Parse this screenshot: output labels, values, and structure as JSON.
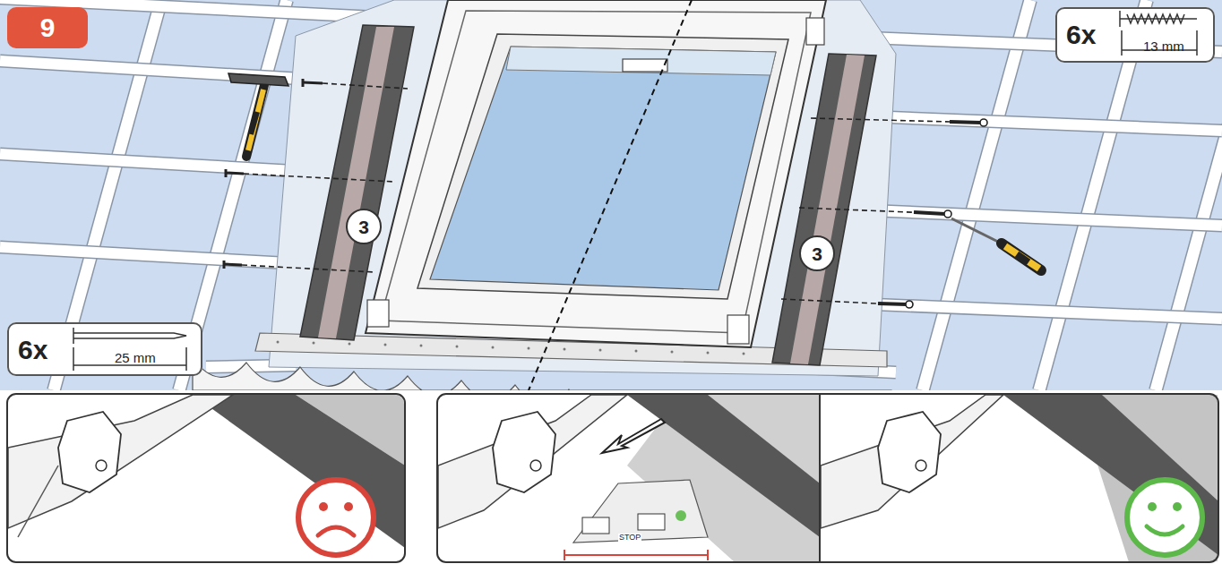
{
  "diagram": {
    "nodes": [
      {
        "text": [
          "9"
        ]
      },
      {
        "text": [
          "6x",
          "13 mm"
        ]
      },
      {
        "text": [
          "6x",
          "25 mm"
        ]
      },
      {
        "text": [
          "3"
        ]
      },
      {
        "text": [
          "3"
        ]
      }
    ],
    "labels": [
      "STOP"
    ]
  }
}
